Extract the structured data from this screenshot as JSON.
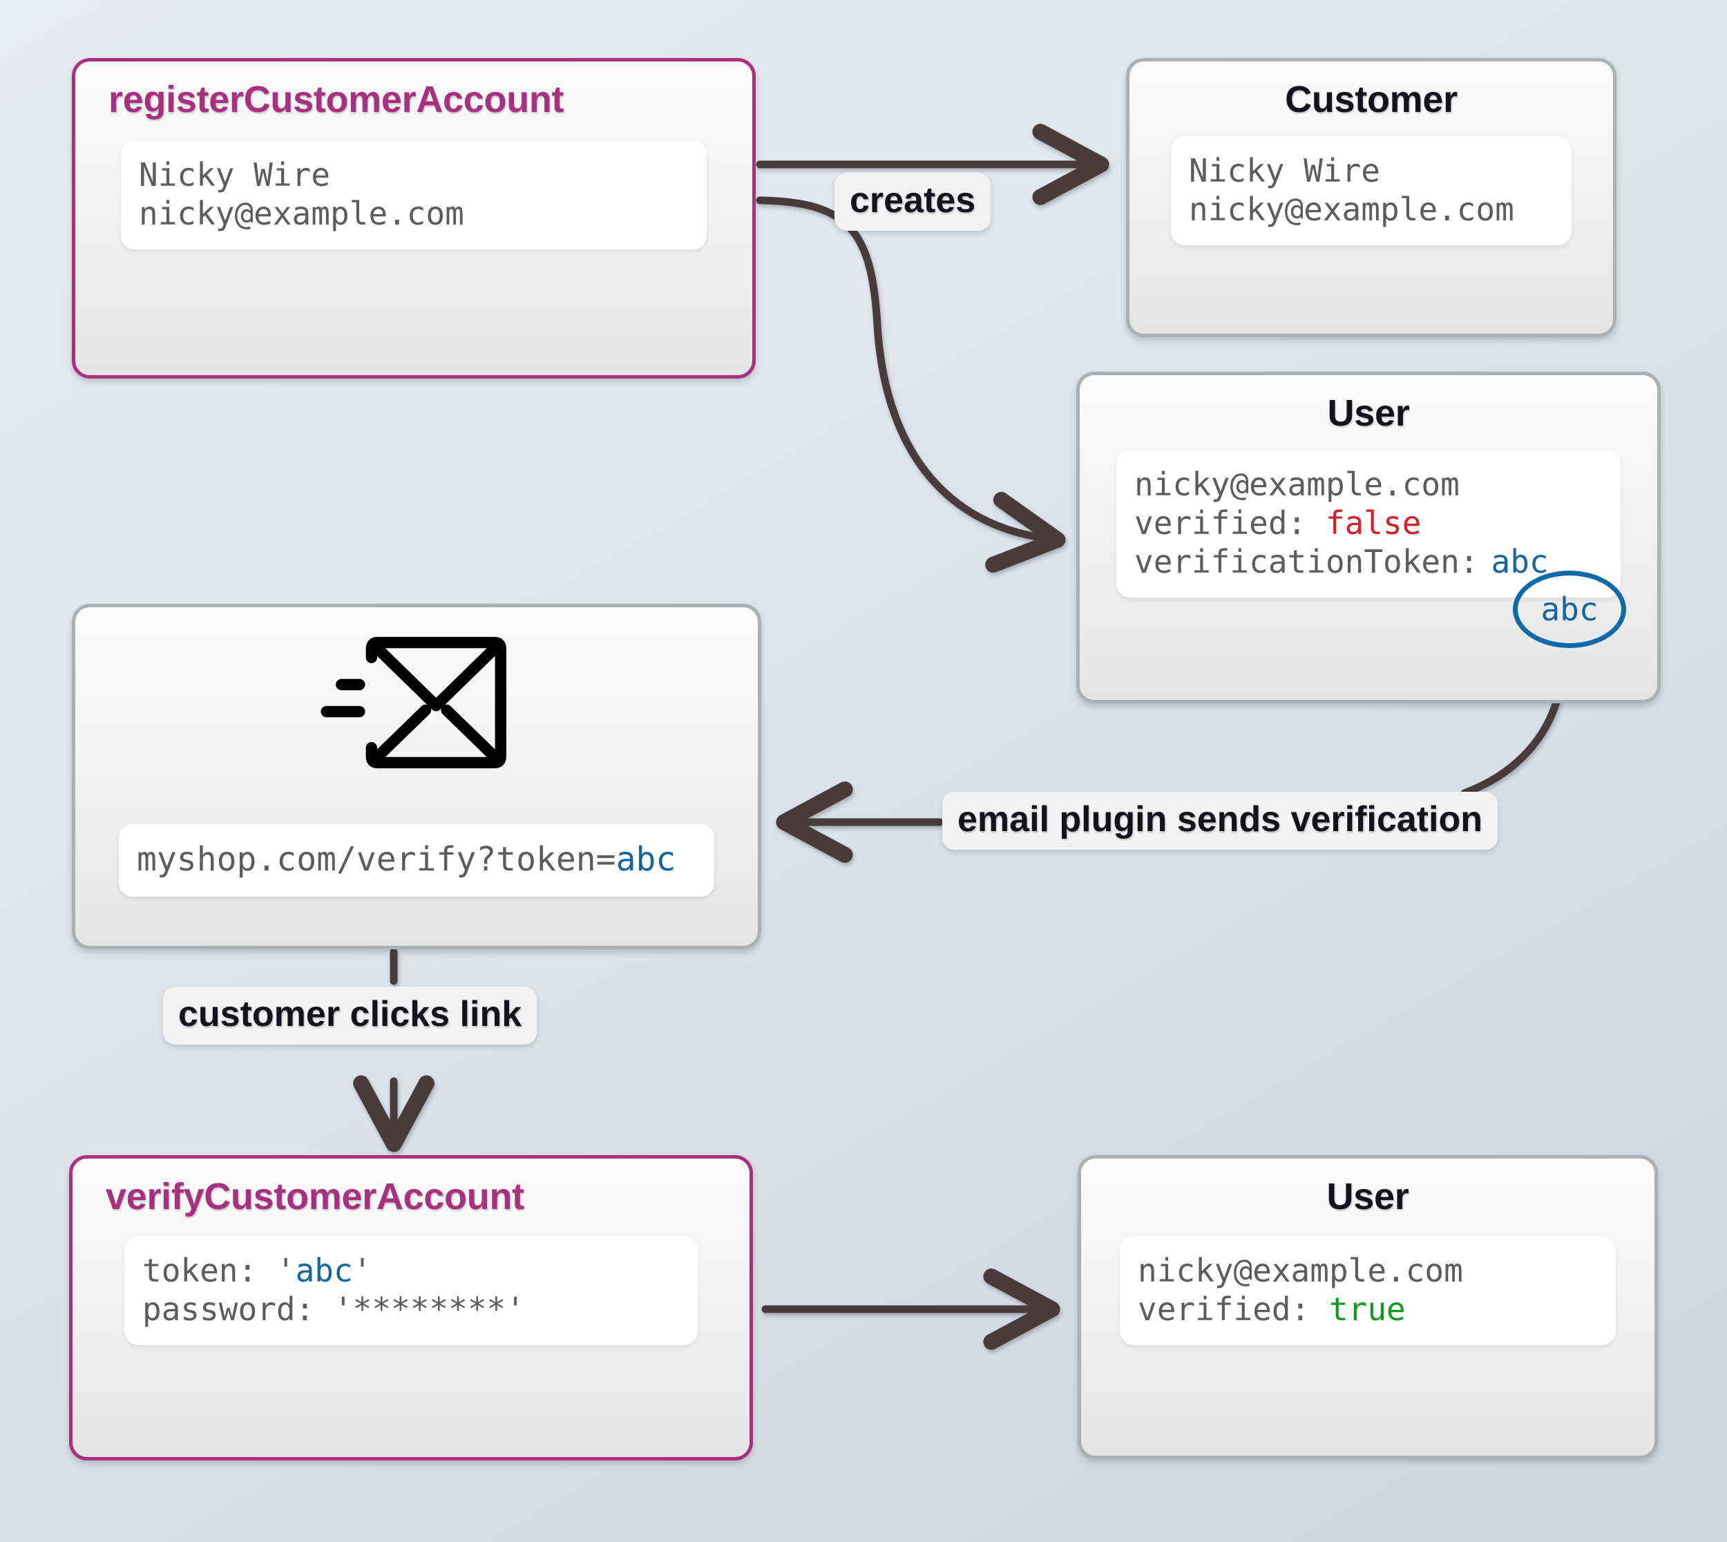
{
  "diagram": {
    "title": "customer account email verification flow",
    "background": {
      "from": "#e6ebef",
      "to": "#ccd6dc"
    },
    "colors": {
      "accent_border": "#a8317f",
      "accent_text": "#a8317f",
      "node_border": "#a9b1b5",
      "edge": "#4a3b3b",
      "value_false": "#d61f2b",
      "value_true": "#0f9b1e",
      "token_blue": "#1565a0",
      "circle_blue": "#0d6aa8"
    }
  },
  "nodes": {
    "register": {
      "title": "registerCustomerAccount",
      "lines": [
        "Nicky Wire",
        "nicky@example.com"
      ]
    },
    "customer": {
      "title": "Customer",
      "lines": [
        "Nicky Wire",
        "nicky@example.com"
      ]
    },
    "user_unverified": {
      "title": "User",
      "email": "nicky@example.com",
      "verified_key": "verified: ",
      "verified_value": "false",
      "token_key": "verificationToken:",
      "token_value": "abc"
    },
    "email": {
      "icon": "envelope-send-icon",
      "url_prefix": "myshop.com/verify?token=",
      "url_token": "abc"
    },
    "verify": {
      "title": "verifyCustomerAccount",
      "token_key": "token: ",
      "token_value": "abc",
      "password_key": "password: ",
      "password_value": "********",
      "quote": "'"
    },
    "user_verified": {
      "title": "User",
      "email": "nicky@example.com",
      "verified_key": "verified: ",
      "verified_value": "true"
    }
  },
  "edges": [
    {
      "id": "creates",
      "label": "creates",
      "from": "register",
      "to": "customer"
    },
    {
      "id": "creates-user",
      "label": "creates",
      "from": "register",
      "to": "user_unverified"
    },
    {
      "id": "email-plugin",
      "label": "email plugin sends verification",
      "from": "user_unverified",
      "to": "email"
    },
    {
      "id": "clicks-link",
      "label": "customer clicks link",
      "from": "email",
      "to": "verify"
    },
    {
      "id": "verify-user",
      "label": "",
      "from": "verify",
      "to": "user_verified"
    }
  ]
}
